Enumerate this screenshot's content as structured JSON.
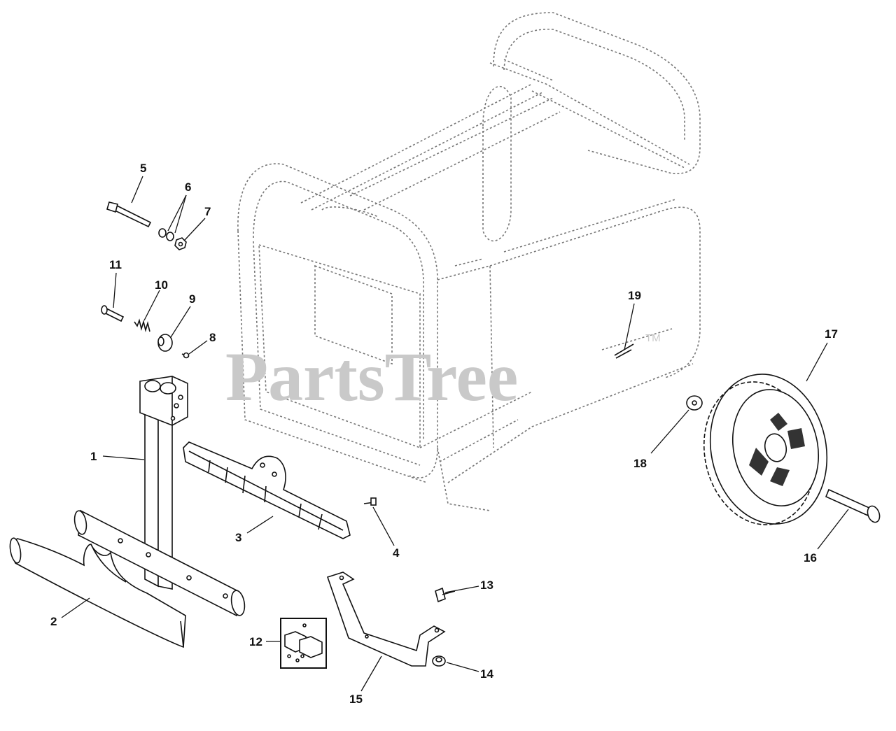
{
  "watermark": {
    "text": "PartsTree",
    "trademark": "TM"
  },
  "callouts": [
    {
      "id": "1",
      "label": "1"
    },
    {
      "id": "2",
      "label": "2"
    },
    {
      "id": "3",
      "label": "3"
    },
    {
      "id": "4",
      "label": "4"
    },
    {
      "id": "5",
      "label": "5"
    },
    {
      "id": "6",
      "label": "6"
    },
    {
      "id": "7",
      "label": "7"
    },
    {
      "id": "8",
      "label": "8"
    },
    {
      "id": "9",
      "label": "9"
    },
    {
      "id": "10",
      "label": "10"
    },
    {
      "id": "11",
      "label": "11"
    },
    {
      "id": "12",
      "label": "12"
    },
    {
      "id": "13",
      "label": "13"
    },
    {
      "id": "14",
      "label": "14"
    },
    {
      "id": "15",
      "label": "15"
    },
    {
      "id": "16",
      "label": "16"
    },
    {
      "id": "17",
      "label": "17"
    },
    {
      "id": "18",
      "label": "18"
    },
    {
      "id": "19",
      "label": "19"
    }
  ]
}
